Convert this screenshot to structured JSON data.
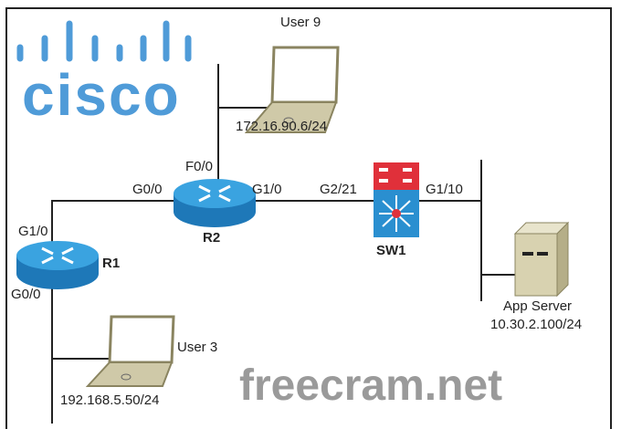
{
  "devices": {
    "user9": {
      "name": "User 9",
      "ip": "172.16.90.6/24"
    },
    "user3": {
      "name": "User 3",
      "ip": "192.168.5.50/24"
    },
    "r1": {
      "name": "R1",
      "ports": {
        "up": "G1/0",
        "down": "G0/0"
      }
    },
    "r2": {
      "name": "R2",
      "ports": {
        "top": "F0/0",
        "left": "G0/0",
        "right": "G1/0"
      }
    },
    "sw1": {
      "name": "SW1",
      "ports": {
        "left": "G2/21",
        "right": "G1/10"
      }
    },
    "server": {
      "name": "App Server",
      "ip": "10.30.2.100/24"
    }
  },
  "watermarks": {
    "logo": "cisco",
    "site": "freecram.net"
  },
  "colors": {
    "router": "#2a8fd0",
    "switch_top": "#e0303a",
    "switch_body": "#2a8fd0",
    "device": "#cfc9a8"
  }
}
